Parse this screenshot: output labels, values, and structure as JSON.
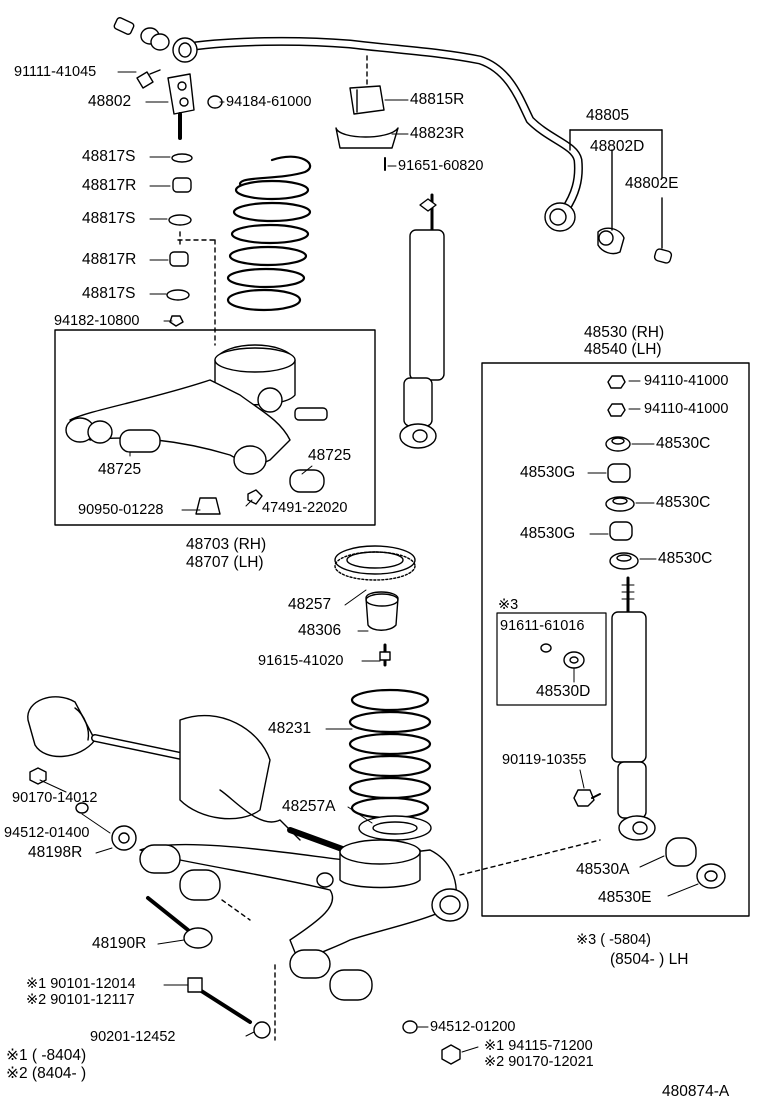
{
  "colors": {
    "ink": "#000000",
    "paper": "#ffffff"
  },
  "labels": {
    "p91111_41045": "91111-41045",
    "p48802": "48802",
    "p94184_61000": "94184-61000",
    "p48815R": "48815R",
    "p48823R": "48823R",
    "p91651_60820": "91651-60820",
    "p48805": "48805",
    "p48802D": "48802D",
    "p48802E": "48802E",
    "p48817S_1": "48817S",
    "p48817R_1": "48817R",
    "p48817S_2": "48817S",
    "p48817R_2": "48817R",
    "p48817S_3": "48817S",
    "p94182_10800": "94182-10800",
    "p48725_left": "48725",
    "p48725_right": "48725",
    "p90950_01228": "90950-01228",
    "p47491_22020": "47491-22020",
    "arm_rh": "48703 (RH)",
    "arm_lh": "48707 (LH)",
    "shock_rh": "48530 (RH)",
    "shock_lh": "48540 (LH)",
    "p94110_41000_1": "94110-41000",
    "p94110_41000_2": "94110-41000",
    "p48530C_1": "48530C",
    "p48530G_1": "48530G",
    "p48530C_2": "48530C",
    "p48530G_2": "48530G",
    "p48530C_3": "48530C",
    "note3_mark": "※3",
    "p91611_61016": "91611-61016",
    "p48530D": "48530D",
    "p48257": "48257",
    "p48306": "48306",
    "p91615_41020": "91615-41020",
    "p48231": "48231",
    "p90170_14012": "90170-14012",
    "p94512_01400": "94512-01400",
    "p48198R": "48198R",
    "p48257A": "48257A",
    "p90119_10355": "90119-10355",
    "p48530A": "48530A",
    "p48530E": "48530E",
    "p48190R": "48190R",
    "note3_line1": "※3 (      -5804)",
    "note3_line2": "(8504-       ) LH",
    "p90101_12014": "※1 90101-12014",
    "p90101_12117": "※2 90101-12117",
    "p90201_12452": "90201-12452",
    "p94512_01200": "94512-01200",
    "p94115_71200": "※1 94115-71200",
    "p90170_12021": "※2 90170-12021",
    "note1": "※1 (       -8404)",
    "note2": "※2 (8404-        )",
    "diagram_id": "480874-A"
  }
}
